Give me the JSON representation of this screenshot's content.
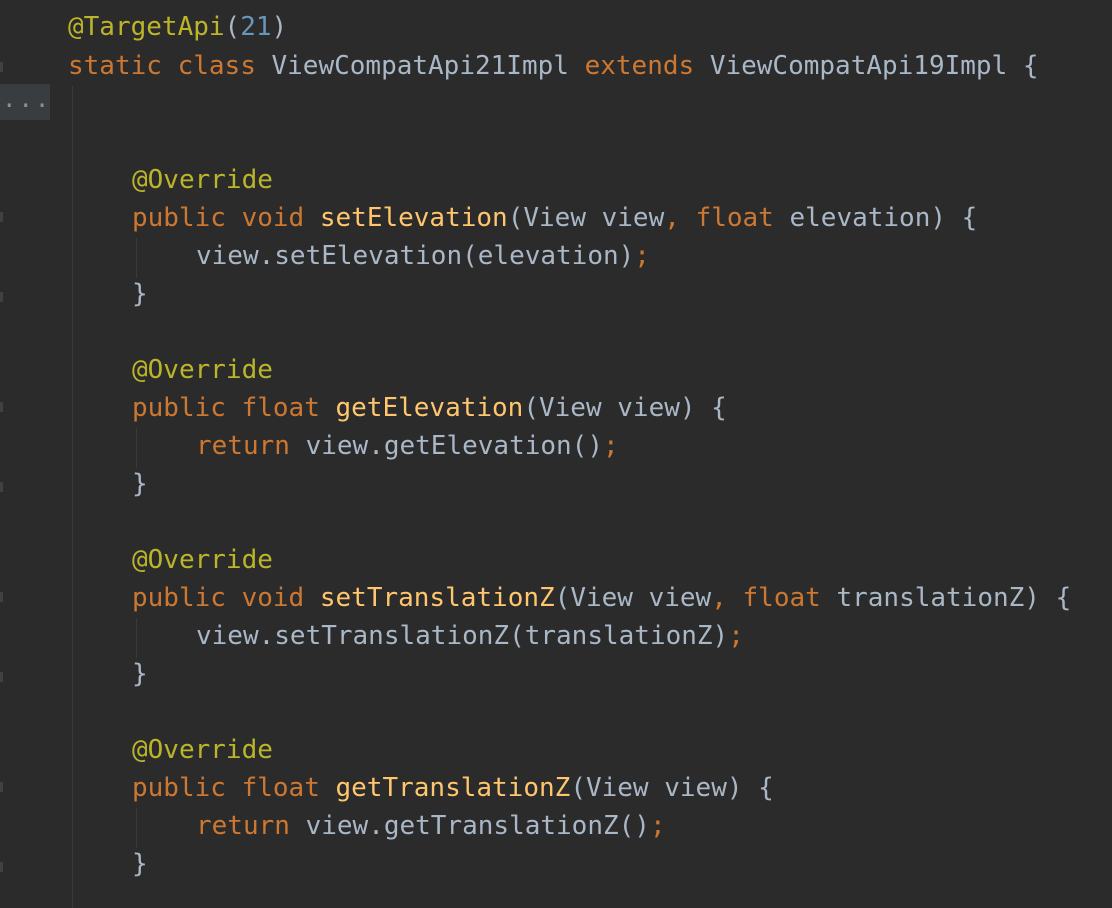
{
  "editor": {
    "fold_placeholder": "...",
    "lines": [
      {
        "tokens": [
          {
            "t": "@TargetApi",
            "c": "annot"
          },
          {
            "t": "(",
            "c": "plain"
          },
          {
            "t": "21",
            "c": "num"
          },
          {
            "t": ")",
            "c": "plain"
          }
        ]
      },
      {
        "tokens": [
          {
            "t": "static ",
            "c": "kw"
          },
          {
            "t": "class ",
            "c": "kw"
          },
          {
            "t": "ViewCompatApi21Impl ",
            "c": "plain"
          },
          {
            "t": "extends ",
            "c": "kw"
          },
          {
            "t": "ViewCompatApi19Impl {",
            "c": "plain"
          }
        ]
      },
      {
        "tokens": [
          {
            "t": "@Override",
            "c": "annot"
          }
        ]
      },
      {
        "tokens": [
          {
            "t": "public ",
            "c": "kw"
          },
          {
            "t": "void ",
            "c": "kw"
          },
          {
            "t": "setElevation",
            "c": "fn"
          },
          {
            "t": "(View view",
            "c": "plain"
          },
          {
            "t": ", ",
            "c": "punct"
          },
          {
            "t": "float ",
            "c": "kw"
          },
          {
            "t": "elevation) {",
            "c": "plain"
          }
        ]
      },
      {
        "tokens": [
          {
            "t": "view.setElevation(elevation)",
            "c": "plain"
          },
          {
            "t": ";",
            "c": "punct"
          }
        ]
      },
      {
        "tokens": [
          {
            "t": "}",
            "c": "plain"
          }
        ]
      },
      {
        "tokens": [
          {
            "t": "@Override",
            "c": "annot"
          }
        ]
      },
      {
        "tokens": [
          {
            "t": "public ",
            "c": "kw"
          },
          {
            "t": "float ",
            "c": "kw"
          },
          {
            "t": "getElevation",
            "c": "fn"
          },
          {
            "t": "(View view) {",
            "c": "plain"
          }
        ]
      },
      {
        "tokens": [
          {
            "t": "return ",
            "c": "kw"
          },
          {
            "t": "view.getElevation()",
            "c": "plain"
          },
          {
            "t": ";",
            "c": "punct"
          }
        ]
      },
      {
        "tokens": [
          {
            "t": "}",
            "c": "plain"
          }
        ]
      },
      {
        "tokens": [
          {
            "t": "@Override",
            "c": "annot"
          }
        ]
      },
      {
        "tokens": [
          {
            "t": "public ",
            "c": "kw"
          },
          {
            "t": "void ",
            "c": "kw"
          },
          {
            "t": "setTranslationZ",
            "c": "fn"
          },
          {
            "t": "(View view",
            "c": "plain"
          },
          {
            "t": ", ",
            "c": "punct"
          },
          {
            "t": "float ",
            "c": "kw"
          },
          {
            "t": "translationZ) {",
            "c": "plain"
          }
        ]
      },
      {
        "tokens": [
          {
            "t": "view.setTranslationZ(translationZ)",
            "c": "plain"
          },
          {
            "t": ";",
            "c": "punct"
          }
        ]
      },
      {
        "tokens": [
          {
            "t": "}",
            "c": "plain"
          }
        ]
      },
      {
        "tokens": [
          {
            "t": "@Override",
            "c": "annot"
          }
        ]
      },
      {
        "tokens": [
          {
            "t": "public ",
            "c": "kw"
          },
          {
            "t": "float ",
            "c": "kw"
          },
          {
            "t": "getTranslationZ",
            "c": "fn"
          },
          {
            "t": "(View view) {",
            "c": "plain"
          }
        ]
      },
      {
        "tokens": [
          {
            "t": "return ",
            "c": "kw"
          },
          {
            "t": "view.getTranslationZ()",
            "c": "plain"
          },
          {
            "t": ";",
            "c": "punct"
          }
        ]
      },
      {
        "tokens": [
          {
            "t": "}",
            "c": "plain"
          }
        ]
      }
    ]
  },
  "colors": {
    "background": "#2b2b2b",
    "annotation": "#bbb529",
    "keyword": "#cc7832",
    "number": "#6897bb",
    "function": "#ffc66d",
    "text": "#a9b7c6"
  }
}
